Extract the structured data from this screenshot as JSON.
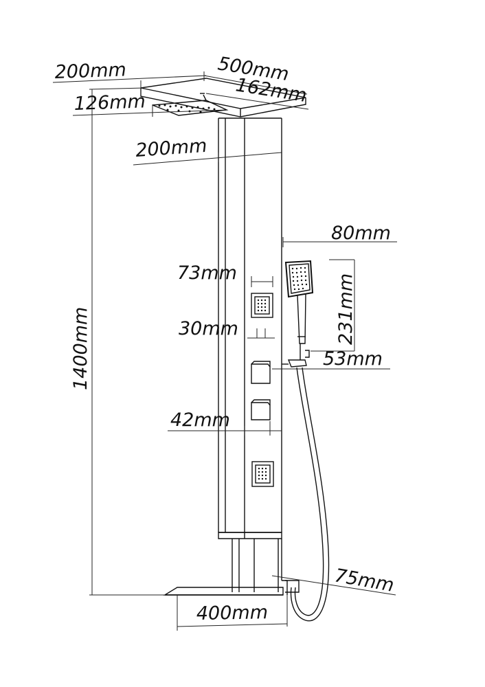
{
  "diagram": {
    "dimensions": {
      "top_overhang": "200mm",
      "head_length": "500mm",
      "head_width": "162mm",
      "head_offset": "126mm",
      "panel_width": "200mm",
      "handset_offset": "80mm",
      "body_jet_width": "73mm",
      "handset_length": "231mm",
      "body_jet_gap": "30mm",
      "holder_width": "53mm",
      "valve_offset": "42mm",
      "total_height": "1400mm",
      "bottom_depth": "75mm",
      "base_width": "400mm"
    }
  },
  "colors": {
    "line": "#111111",
    "background": "#ffffff"
  }
}
